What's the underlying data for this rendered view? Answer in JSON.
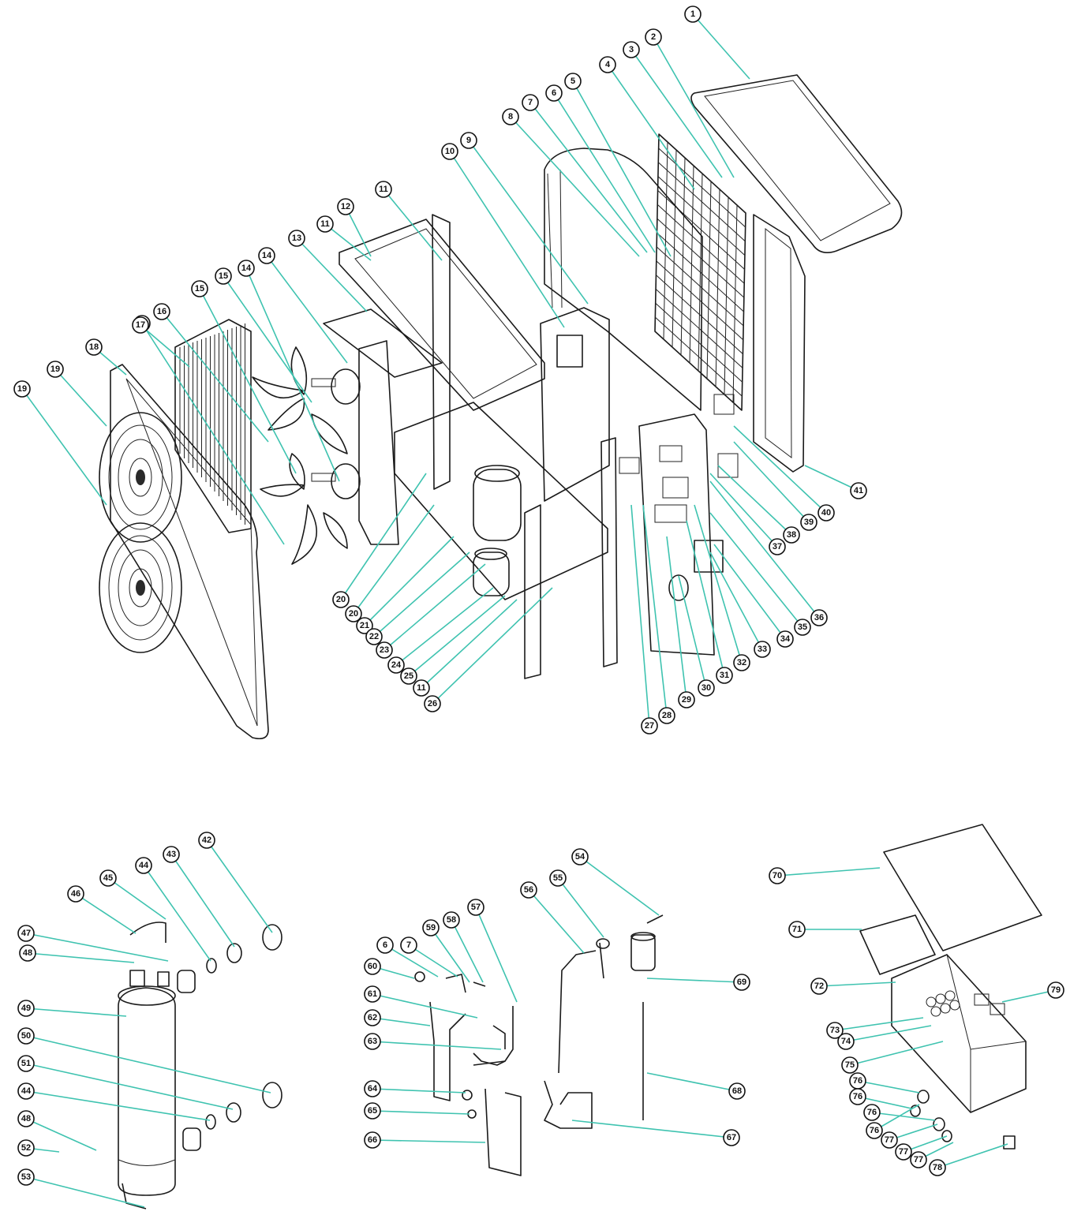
{
  "colors": {
    "leader": "#3fc3b0",
    "line": "#1a1a1a",
    "background": "#ffffff"
  },
  "callouts": {
    "main": [
      {
        "n": "1"
      },
      {
        "n": "2"
      },
      {
        "n": "3"
      },
      {
        "n": "4"
      },
      {
        "n": "5"
      },
      {
        "n": "6"
      },
      {
        "n": "7"
      },
      {
        "n": "8"
      },
      {
        "n": "9"
      },
      {
        "n": "10"
      },
      {
        "n": "11"
      },
      {
        "n": "11"
      },
      {
        "n": "12"
      },
      {
        "n": "13"
      },
      {
        "n": "14"
      },
      {
        "n": "14"
      },
      {
        "n": "15"
      },
      {
        "n": "15"
      },
      {
        "n": "16"
      },
      {
        "n": "16"
      },
      {
        "n": "17"
      },
      {
        "n": "18"
      },
      {
        "n": "19"
      },
      {
        "n": "19"
      },
      {
        "n": "20"
      },
      {
        "n": "20"
      },
      {
        "n": "21"
      },
      {
        "n": "22"
      },
      {
        "n": "23"
      },
      {
        "n": "24"
      },
      {
        "n": "25"
      },
      {
        "n": "11"
      },
      {
        "n": "26"
      },
      {
        "n": "27"
      },
      {
        "n": "28"
      },
      {
        "n": "29"
      },
      {
        "n": "30"
      },
      {
        "n": "31"
      },
      {
        "n": "32"
      },
      {
        "n": "33"
      },
      {
        "n": "34"
      },
      {
        "n": "35"
      },
      {
        "n": "36"
      },
      {
        "n": "37"
      },
      {
        "n": "38"
      },
      {
        "n": "39"
      },
      {
        "n": "40"
      },
      {
        "n": "41"
      }
    ],
    "exchanger": [
      {
        "n": "42"
      },
      {
        "n": "43"
      },
      {
        "n": "44"
      },
      {
        "n": "45"
      },
      {
        "n": "46"
      },
      {
        "n": "47"
      },
      {
        "n": "48"
      },
      {
        "n": "49"
      },
      {
        "n": "50"
      },
      {
        "n": "51"
      },
      {
        "n": "44"
      },
      {
        "n": "48"
      },
      {
        "n": "52"
      },
      {
        "n": "53"
      }
    ],
    "piping": [
      {
        "n": "54"
      },
      {
        "n": "55"
      },
      {
        "n": "56"
      },
      {
        "n": "57"
      },
      {
        "n": "58"
      },
      {
        "n": "59"
      },
      {
        "n": "7"
      },
      {
        "n": "6"
      },
      {
        "n": "60"
      },
      {
        "n": "61"
      },
      {
        "n": "62"
      },
      {
        "n": "63"
      },
      {
        "n": "64"
      },
      {
        "n": "65"
      },
      {
        "n": "66"
      },
      {
        "n": "67"
      },
      {
        "n": "68"
      },
      {
        "n": "69"
      }
    ],
    "electric_box": [
      {
        "n": "70"
      },
      {
        "n": "71"
      },
      {
        "n": "72"
      },
      {
        "n": "73"
      },
      {
        "n": "74"
      },
      {
        "n": "75"
      },
      {
        "n": "76"
      },
      {
        "n": "76"
      },
      {
        "n": "76"
      },
      {
        "n": "76"
      },
      {
        "n": "77"
      },
      {
        "n": "77"
      },
      {
        "n": "77"
      },
      {
        "n": "78"
      },
      {
        "n": "79"
      }
    ]
  }
}
